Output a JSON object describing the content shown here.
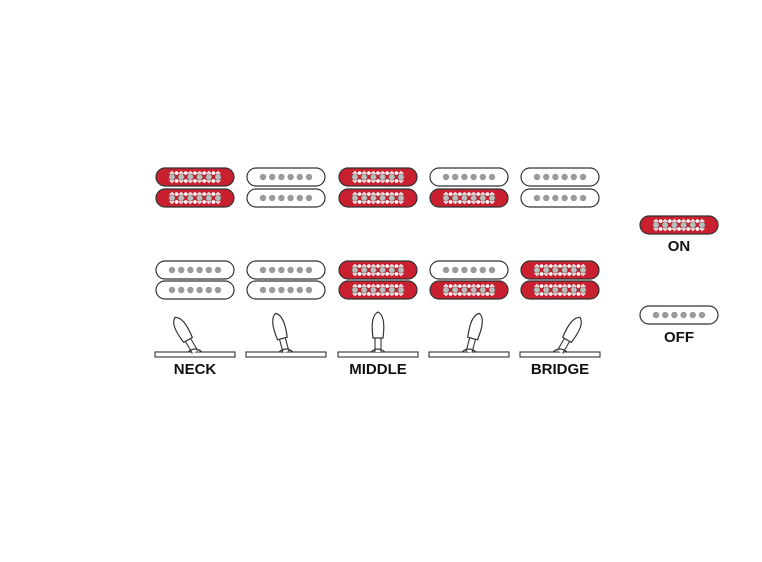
{
  "colors": {
    "on_fill": "#c8202e",
    "on_dot": "#bdbdbd",
    "outline": "#333333",
    "off_fill": "#ffffff",
    "off_dot": "#9a9a9a",
    "base": "#ffffff",
    "text": "#111111"
  },
  "positions": [
    {
      "top_on": true,
      "top_bottom_on": true,
      "bottom_top_on": false,
      "bottom_bottom_on": false,
      "lever_tilt_deg": -30,
      "label": "NECK"
    },
    {
      "top_on": false,
      "top_bottom_on": false,
      "bottom_top_on": false,
      "bottom_bottom_on": false,
      "lever_tilt_deg": -15,
      "label": ""
    },
    {
      "top_on": true,
      "top_bottom_on": true,
      "bottom_top_on": true,
      "bottom_bottom_on": true,
      "lever_tilt_deg": 0,
      "label": "MIDDLE"
    },
    {
      "top_on": false,
      "top_bottom_on": true,
      "bottom_top_on": false,
      "bottom_bottom_on": true,
      "lever_tilt_deg": 15,
      "label": ""
    },
    {
      "top_on": false,
      "top_bottom_on": false,
      "bottom_top_on": true,
      "bottom_bottom_on": true,
      "lever_tilt_deg": 30,
      "label": "BRIDGE"
    }
  ],
  "legend": {
    "on_label": "ON",
    "off_label": "OFF"
  },
  "icons": {
    "lever": "switch-lever-icon",
    "pickup": "pickup-coil-icon"
  }
}
